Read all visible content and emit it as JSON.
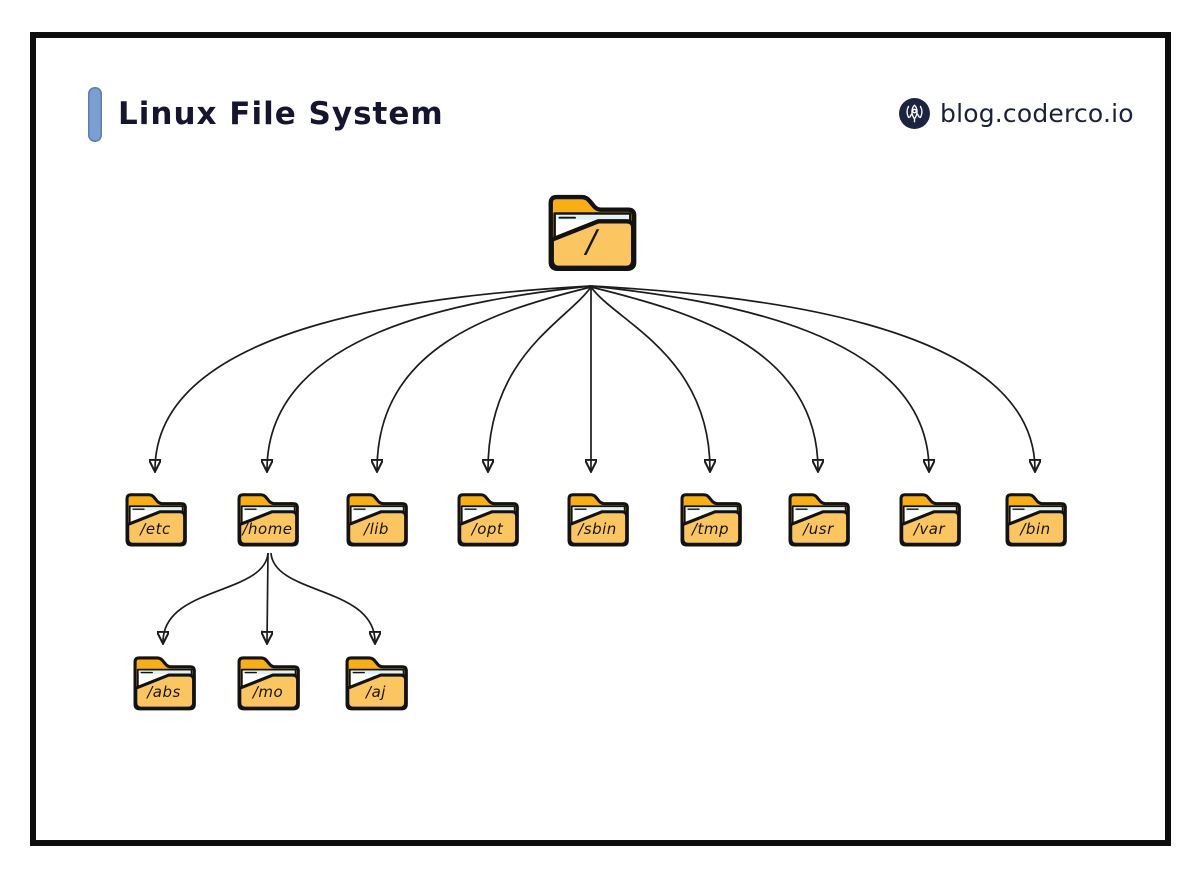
{
  "header": {
    "title": "Linux File System"
  },
  "brand": {
    "icon": "rocket-badge-icon",
    "label": "blog.coderco.io"
  },
  "colors": {
    "accent_bar": "#7C9FD3",
    "ink": "#15152e",
    "folder_back": "#F9AE12",
    "folder_front": "#FBC55F",
    "folder_outline": "#121212",
    "sheet_stripe": "#DFF3F6",
    "arrow": "#1c1c1c",
    "badge_bg": "#1d2440"
  },
  "tree": {
    "root": {
      "label": "/"
    },
    "children": [
      {
        "label": "/etc"
      },
      {
        "label": "/home"
      },
      {
        "label": "/lib"
      },
      {
        "label": "/opt"
      },
      {
        "label": "/sbin"
      },
      {
        "label": "/tmp"
      },
      {
        "label": "/usr"
      },
      {
        "label": "/var"
      },
      {
        "label": "/bin"
      }
    ],
    "home_children": [
      {
        "label": "/abs"
      },
      {
        "label": "/mo"
      },
      {
        "label": "/aj"
      }
    ]
  }
}
